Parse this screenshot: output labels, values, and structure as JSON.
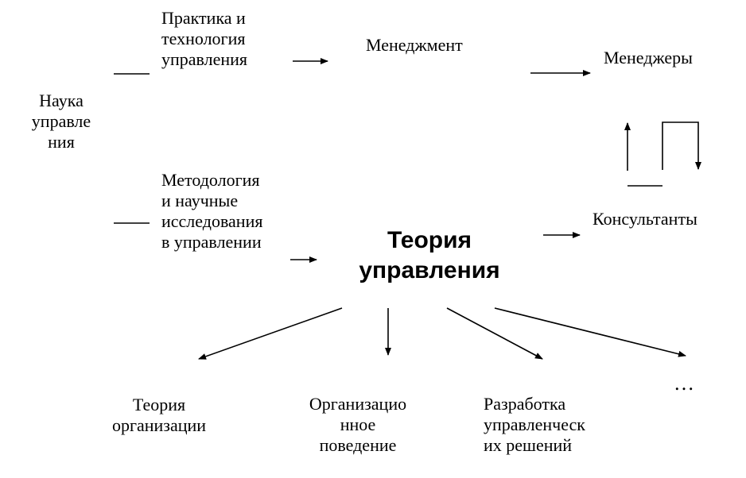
{
  "nauka": [
    "Наука",
    "управле",
    "ния"
  ],
  "praktika": [
    "Практика и",
    "технология",
    "управления"
  ],
  "menedzhment": "Менеджмент",
  "menedzhery": "Менеджеры",
  "metodologiya": [
    "Методология",
    "и научные",
    "исследования",
    "в управлении"
  ],
  "teoriya": [
    "Теория",
    "управления"
  ],
  "konsultanty": "Консультанты",
  "teoriya_org": [
    "Теория",
    "организации"
  ],
  "org_povedenie": [
    "Организацио",
    "нное",
    "поведение"
  ],
  "razrabotka": [
    "Разработка",
    "управленческ",
    "их решений"
  ],
  "ellipsis": "…"
}
